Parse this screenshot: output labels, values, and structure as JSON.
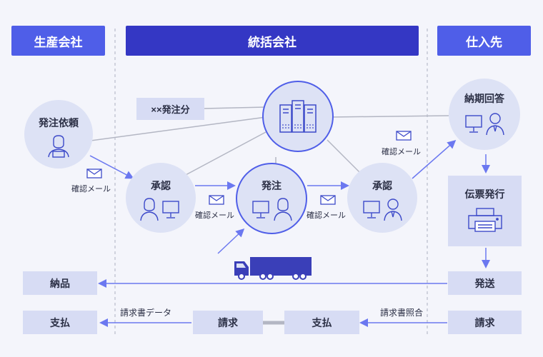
{
  "headers": {
    "production": "生産会社",
    "holding": "統括会社",
    "supplier": "仕入先"
  },
  "nodes": {
    "request": "発注依頼",
    "approve_left": "承認",
    "order": "発注",
    "approve_right": "承認",
    "delivery_reply": "納期回答",
    "voucher": "伝票発行"
  },
  "order_tag": "××発注分",
  "mail_labels": {
    "m1": "確認メール",
    "m2": "確認メール",
    "m3": "確認メール",
    "m4": "確認メール"
  },
  "boxes": {
    "receive": "納品",
    "pay_left": "支払",
    "billing_center": "請求",
    "pay_center": "支払",
    "ship": "発送",
    "billing_right": "請求"
  },
  "flow_labels": {
    "invoice_data": "請求書データ",
    "invoice_match": "請求書照合"
  },
  "colors": {
    "accent": "#4f5ee8",
    "accent_dark": "#3437c4",
    "arrow": "#6b78f0",
    "node_fill": "#dde2f5",
    "box_fill": "#d7dcf4",
    "icon_stroke": "#3d4ac9"
  }
}
